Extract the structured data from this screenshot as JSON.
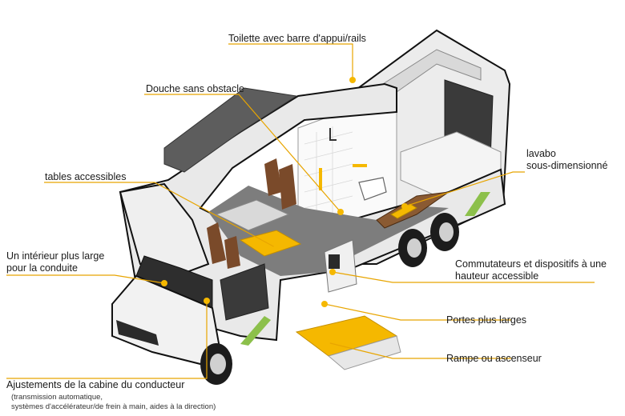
{
  "colors": {
    "accent": "#f5b800",
    "leader": "#e8a500",
    "body": "#e6e6e6",
    "roof": "#5d5d5d",
    "floor": "#7a7a7a",
    "seat": "#7a4a2a",
    "green": "#8cc04b"
  },
  "callouts": {
    "toilet": "Toilette avec barre d'appui/rails",
    "shower": "Douche sans obstacle",
    "tables": "tables accessibles",
    "interior_line1": "Un intérieur plus large",
    "interior_line2": "pour la conduite",
    "sink_line1": "lavabo",
    "sink_line2": "sous-dimensionné",
    "switches_line1": "Commutateurs et dispositifs à une",
    "switches_line2": "hauteur accessible",
    "doors": "Portes plus larges",
    "ramp": "Rampe ou ascenseur",
    "cab_title": "Ajustements de la cabine du conducteur",
    "cab_detail1": "(transmission automatique,",
    "cab_detail2": "systèmes d'accélérateur/de frein à main, aides à la direction)"
  }
}
